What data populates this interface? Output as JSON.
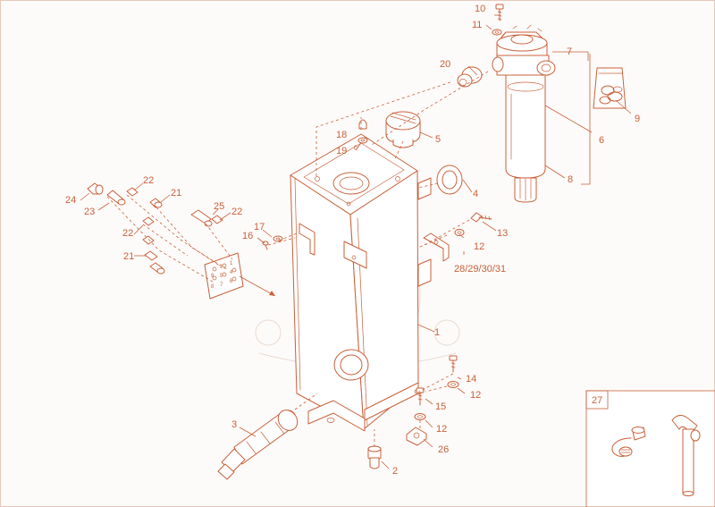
{
  "callouts": {
    "c1": "1",
    "c2": "2",
    "c3": "3",
    "c4": "4",
    "c5": "5",
    "c6": "6",
    "c7": "7",
    "c8": "8",
    "c9": "9",
    "c10": "10",
    "c11": "11",
    "c12a": "12",
    "c12b": "12",
    "c12c": "12",
    "c13": "13",
    "c14": "14",
    "c15": "15",
    "c16": "16",
    "c17": "17",
    "c18": "18",
    "c19": "19",
    "c20": "20",
    "c21a": "21",
    "c21b": "21",
    "c22a": "22",
    "c22b": "22",
    "c22c": "22",
    "c23": "23",
    "c24": "24",
    "c25": "25",
    "c26": "26",
    "c28": "28/29/30/31"
  },
  "kit_box": {
    "label": "27"
  },
  "colors": {
    "line": "#c8603a",
    "background": "#fdfbf9",
    "watermark": "#e9dbd3"
  }
}
